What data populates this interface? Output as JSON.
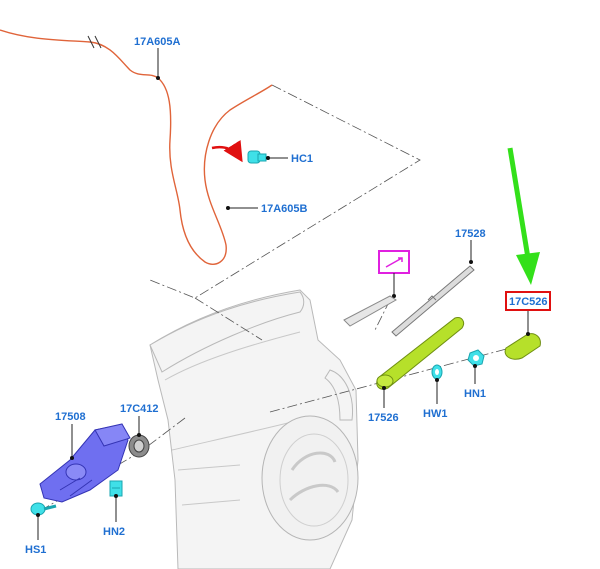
{
  "labels": {
    "harness_a": "17A605A",
    "harness_b": "17A605B",
    "clip": "HC1",
    "blade": "17528",
    "cap": "17C526",
    "arm": "17526",
    "washer": "HW1",
    "nut": "HN1",
    "motor": "17508",
    "grommet": "17C412",
    "nut2": "HN2",
    "screw": "HS1"
  },
  "colors": {
    "label_blue": "#1f6fd1",
    "harness_orange": "#e0643a",
    "highlight_red": "#e01010",
    "box_magenta": "#e020e0",
    "arrow_green": "#33e01a",
    "part_yellow_green": "#b6e02a",
    "part_blue_purple": "#6f6ff0",
    "part_cyan": "#3fe0e8"
  }
}
